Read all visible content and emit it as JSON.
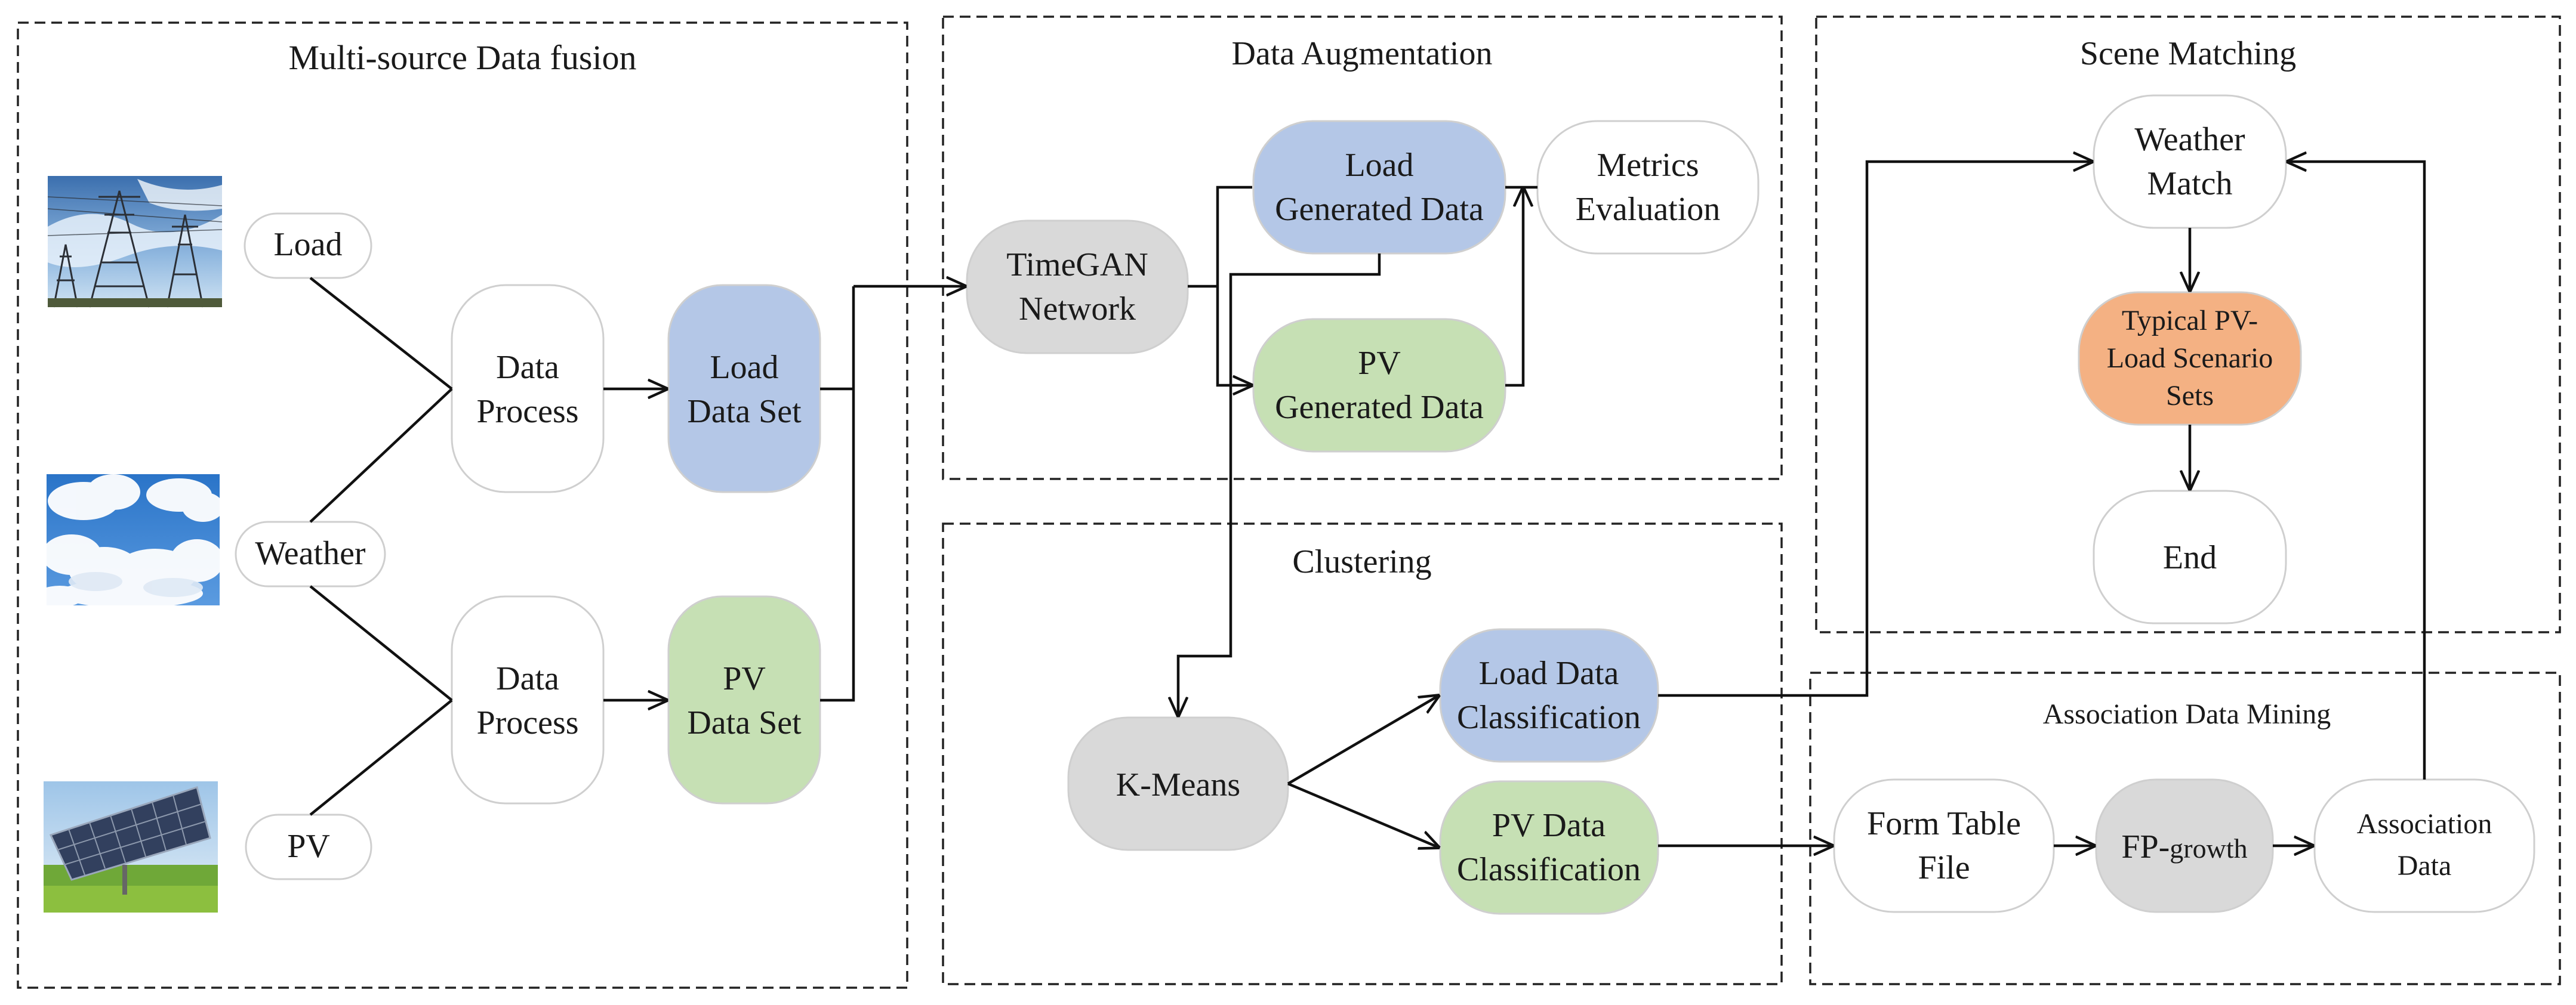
{
  "colors": {
    "blue": "#b4c7e7",
    "green": "#c6e0b4",
    "gray": "#d9d9d9",
    "orange": "#f4b183",
    "white": "#ffffff",
    "line": "#111111"
  },
  "panels": {
    "fusion": "Multi-source Data fusion",
    "augmentation": "Data Augmentation",
    "scene": "Scene Matching",
    "clustering": "Clustering",
    "mining": "Association Data Mining"
  },
  "inputs": {
    "load": "Load",
    "weather": "Weather",
    "pv": "PV"
  },
  "photos": {
    "load": "power-tower-photo",
    "weather": "cloudy-sky-photo",
    "pv": "solar-panel-photo"
  },
  "nodes": {
    "process_top": [
      "Data",
      "Process"
    ],
    "process_bottom": [
      "Data",
      "Process"
    ],
    "load_set": [
      "Load",
      "Data Set"
    ],
    "pv_set": [
      "PV",
      "Data Set"
    ],
    "timegan": [
      "TimeGAN",
      "Network"
    ],
    "load_gen": [
      "Load",
      "Generated Data"
    ],
    "pv_gen": [
      "PV",
      "Generated Data"
    ],
    "metrics": [
      "Metrics",
      "Evaluation"
    ],
    "kmeans": "K-Means",
    "load_class": [
      "Load Data",
      "Classification"
    ],
    "pv_class": [
      "PV Data",
      "Classification"
    ],
    "weather_match": [
      "Weather",
      "Match"
    ],
    "typical": [
      "Typical PV-",
      "Load Scenario",
      "Sets"
    ],
    "end": "End",
    "form_table": [
      "Form Table",
      "File"
    ],
    "fp_main": "FP-",
    "fp_suffix": "growth",
    "assoc": [
      "Association",
      "Data"
    ]
  }
}
